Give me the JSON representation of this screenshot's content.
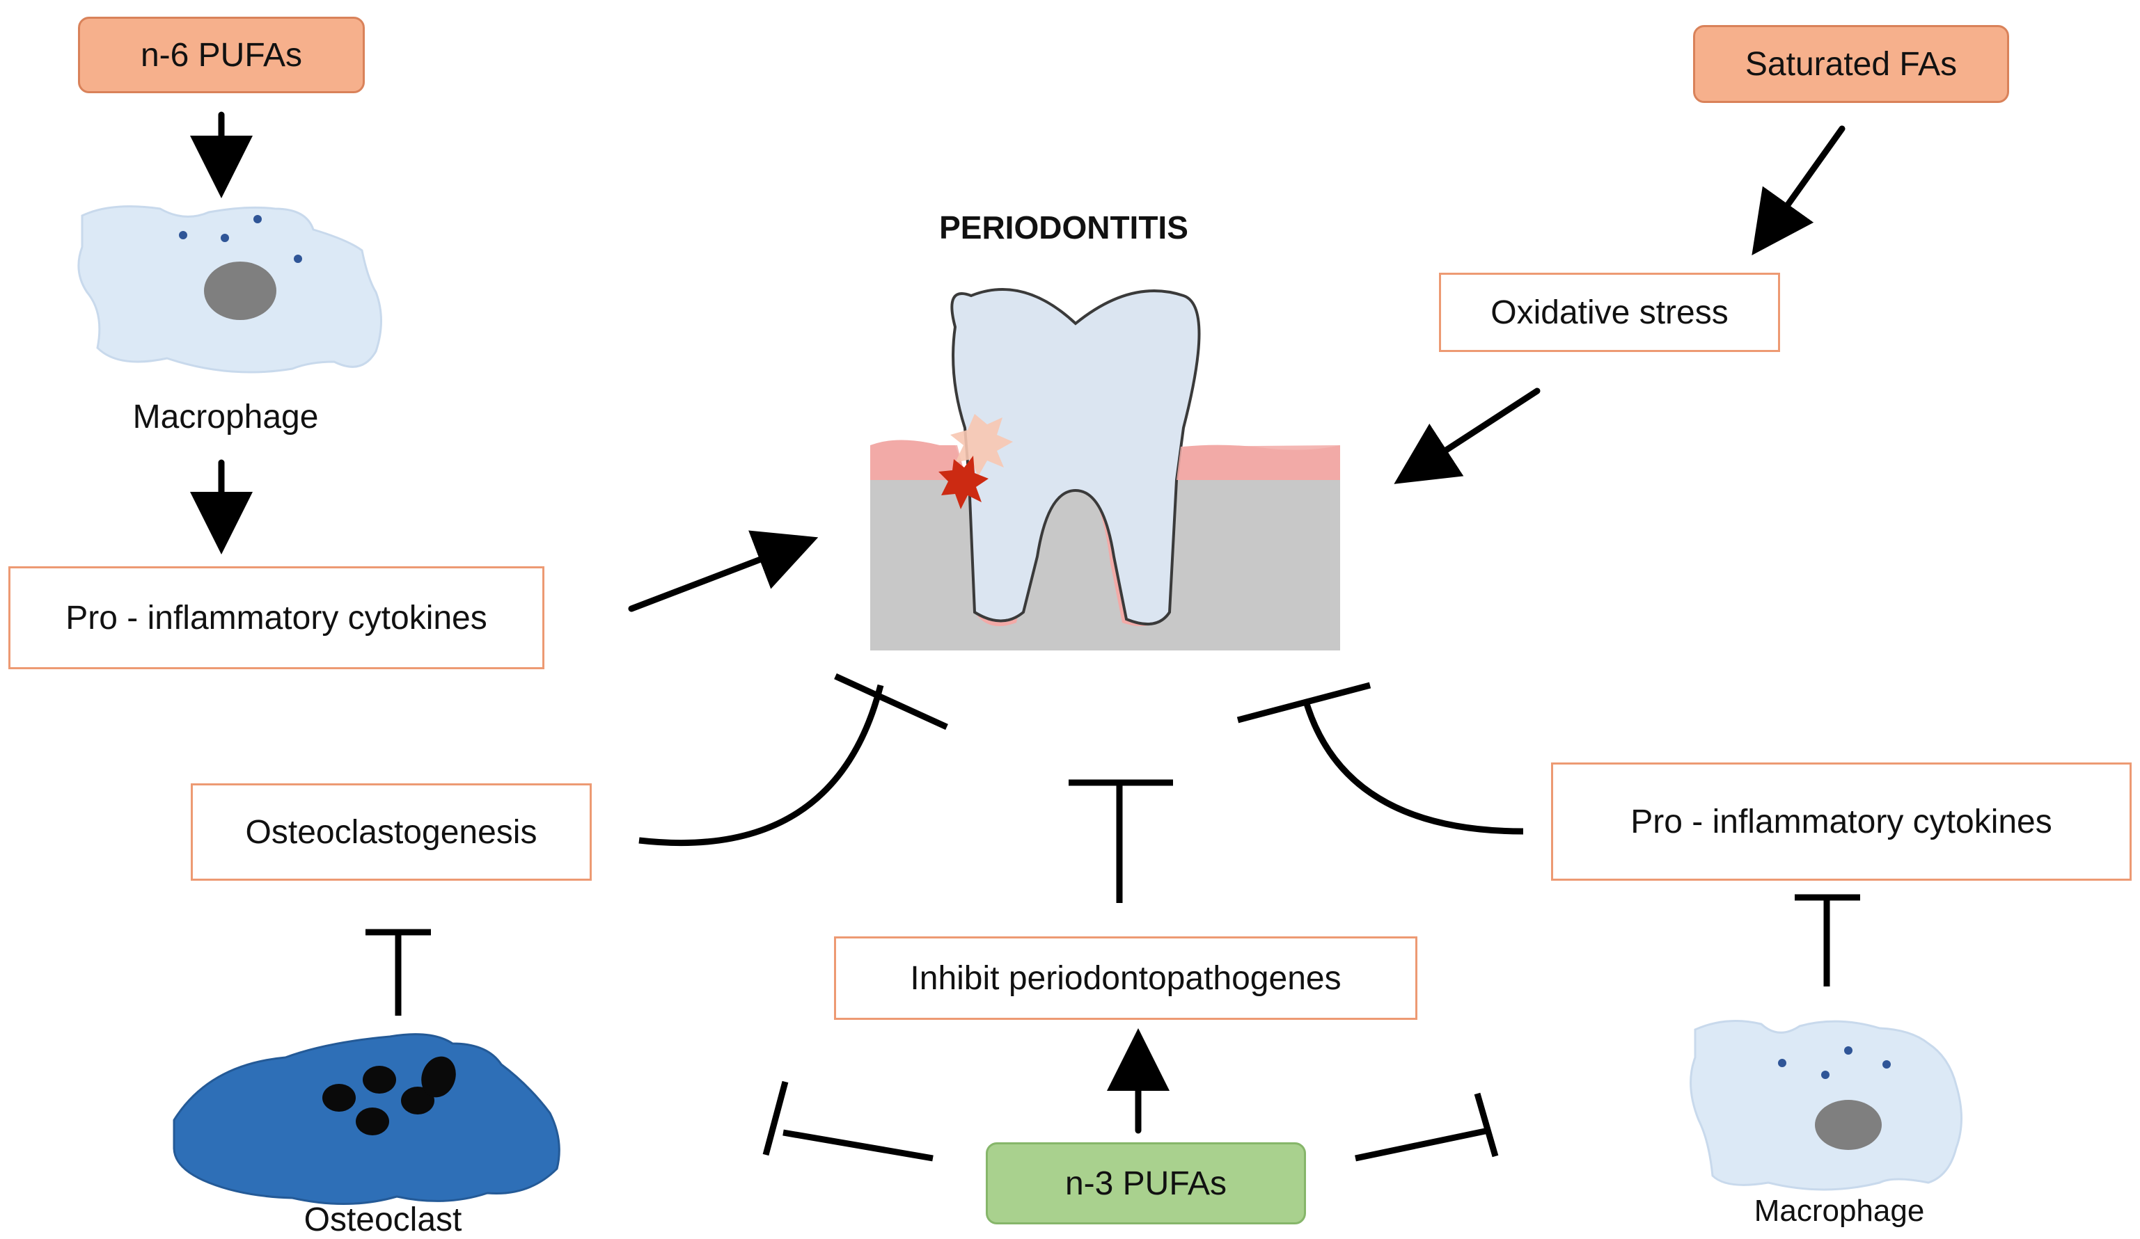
{
  "diagram": {
    "title": "PERIODONTITIS",
    "nodes": {
      "n6_pufas": "n-6 PUFAs",
      "saturated_fas": "Saturated FAs",
      "oxidative_stress": "Oxidative stress",
      "pro_inflammatory_left": "Pro - inflammatory cytokines",
      "osteoclastogenesis": "Osteoclastogenesis",
      "inhibit_pathogenes": "Inhibit periodontopathogenes",
      "pro_inflammatory_right": "Pro - inflammatory cytokines",
      "n3_pufas": "n-3 PUFAs"
    },
    "cell_labels": {
      "macrophage_top": "Macrophage",
      "osteoclast": "Osteoclast",
      "macrophage_bottom": "Macrophage"
    },
    "colors": {
      "outline_box_border": "#ed9a73",
      "orange_box_fill": "#f6b08c",
      "green_box_fill": "#a9d18e",
      "macrophage_fill": "#dce9f6",
      "osteoclast_fill": "#2e6fb7",
      "tooth_fill": "#dbe5f1",
      "gum_fill": "#f2aaa7",
      "bone_fill": "#c8c8c8"
    },
    "icons": [
      "macrophage-icon",
      "osteoclast-icon",
      "tooth-icon",
      "inflammation-burst-icon"
    ]
  }
}
